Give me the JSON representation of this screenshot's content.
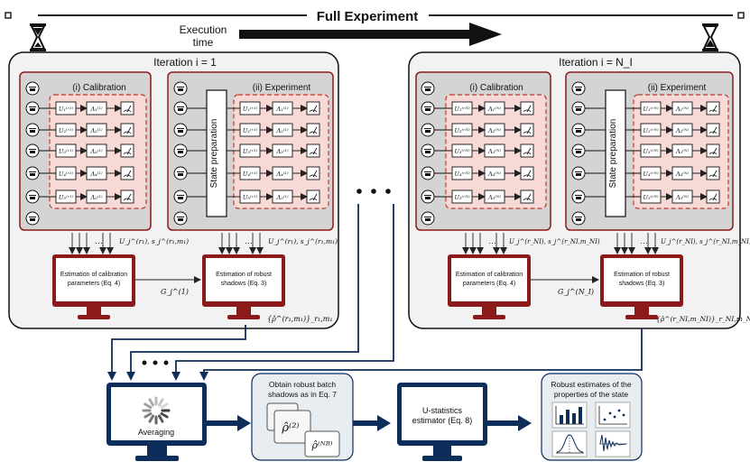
{
  "header": {
    "title": "Full Experiment",
    "execution_label_line1": "Execution",
    "execution_label_line2": "time"
  },
  "iterations": [
    {
      "label": "Iteration i = 1",
      "calibration_title": "(i) Calibration",
      "experiment_title": "(ii) Experiment",
      "state_prep": "State preparation",
      "u_labels": [
        "U₁⁽ʳ¹⁾",
        "U₂⁽ʳ¹⁾",
        "U₃⁽ʳ¹⁾",
        "U₄⁽ʳ¹⁾",
        "U₅⁽ʳ¹⁾"
      ],
      "lambda_labels": [
        "Λ₁⁽¹⁾",
        "Λ₂⁽¹⁾",
        "Λ₃⁽¹⁾",
        "Λ₄⁽¹⁾",
        "Λ₅⁽¹⁾"
      ],
      "cal_out_label": "U_j^(r₁), s_j^(r₁,m₁)",
      "exp_out_label": "U_j^(r₁), s_j^(r₁,m₁)",
      "cal_monitor_line1": "Estimation of calibration",
      "cal_monitor_line2": "parameters (Eq. 4)",
      "exp_monitor_line1": "Estimation of robust",
      "exp_monitor_line2": "shadows (Eq. 3)",
      "g_label": "G_j^(1)",
      "shadow_set_label": "{ρ̂^(r₁,m₁)}_r₁,m₁"
    },
    {
      "label": "Iteration i = N_I",
      "calibration_title": "(i) Calibration",
      "experiment_title": "(ii) Experiment",
      "state_prep": "State preparation",
      "u_labels": [
        "U₁⁽ʳᴺ⁾",
        "U₂⁽ʳᴺ⁾",
        "U₃⁽ʳᴺ⁾",
        "U₄⁽ʳᴺ⁾",
        "U₅⁽ʳᴺ⁾"
      ],
      "lambda_labels": [
        "Λ₁⁽ᴺ⁾",
        "Λ₂⁽ᴺ⁾",
        "Λ₃⁽ᴺ⁾",
        "Λ₄⁽ᴺ⁾",
        "Λ₅⁽ᴺ⁾"
      ],
      "cal_out_label": "U_j^(r_NI), s_j^(r_NI,m_NI)",
      "exp_out_label": "U_j^(r_NI), s_j^(r_NI,m_NI)",
      "cal_monitor_line1": "Estimation of calibration",
      "cal_monitor_line2": "parameters (Eq. 4)",
      "exp_monitor_line1": "Estimation of robust",
      "exp_monitor_line2": "shadows (Eq. 3)",
      "g_label": "G_j^(N_I)",
      "shadow_set_label": "{ρ̂^(r_NI,m_NI)}_r_NI,m_NI"
    }
  ],
  "bottom": {
    "averaging_label": "Averaging",
    "batch_title_line1": "Obtain robust batch",
    "batch_title_line2": "shadows as in Eq. 7",
    "batch_hat1": "ρ̂⁽²⁾",
    "batch_hat2": "ρ̂⁽ᴺᴮ⁾",
    "ustat_line1": "U-statistics",
    "ustat_line2": "estimator (Eq. 8)",
    "robust_line1": "Robust estimates of the",
    "robust_line2": "properties of the state"
  },
  "colors": {
    "dark_red": "#8b1a1a",
    "navy": "#0d2d5a",
    "panel_gray": "#d4d4d4",
    "pink": "#f7d9d6"
  }
}
